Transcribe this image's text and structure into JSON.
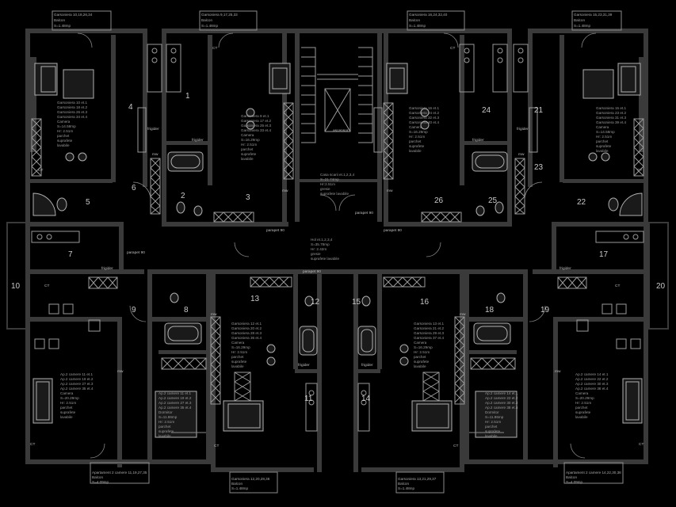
{
  "balconies": [
    {
      "lines": [
        "Garsoniera 10,18,26,34",
        "Balcon",
        "S=1.48mp"
      ]
    },
    {
      "lines": [
        "Garsoniera 9,17,25,33",
        "Balcon",
        "S=1.48mp"
      ]
    },
    {
      "lines": [
        "Garsoniera 16,24,32,40",
        "Balcon",
        "S=1.48mp"
      ]
    },
    {
      "lines": [
        "Garsoniera 15,23,31,39",
        "Balcon",
        "S=1.48mp"
      ]
    },
    {
      "lines": [
        "Apartament 2 camere 11,19,27,35",
        "Balcon",
        "S=4.09mp"
      ]
    },
    {
      "lines": [
        "Garsoniera 12,20,28,36",
        "Balcon",
        "S=1.48mp"
      ]
    },
    {
      "lines": [
        "Garsoniera 13,21,29,37",
        "Balcon",
        "S=1.48mp"
      ]
    },
    {
      "lines": [
        "Apartament 2 camere 14,22,30,38",
        "Balcon",
        "S=4.09mp"
      ]
    }
  ],
  "room_numbers": [
    "1",
    "2",
    "3",
    "4",
    "5",
    "6",
    "7",
    "8",
    "9",
    "10",
    "11",
    "12",
    "13",
    "14",
    "15",
    "16",
    "17",
    "18",
    "19",
    "20",
    "21",
    "22",
    "23",
    "24",
    "25",
    "26"
  ],
  "apt_labels": [
    {
      "lines": [
        "Garsoniera 10 et.1",
        "Garsoniera 18 et.2",
        "Garsoniera 26 et.3",
        "Garsoniera 34 et.4",
        "Camera",
        "S=14.58mp",
        "Hr: 2.51m",
        "parchet",
        "suprafete",
        "lavabile"
      ]
    },
    {
      "lines": [
        "Garsoniera 9 et.1",
        "Garsoniera 17 et.2",
        "Garsoniera 25 et.3",
        "Garsoniera 33 et.4",
        "Camera",
        "S=16.29mp",
        "Hr: 2.51m",
        "parchet",
        "suprafete",
        "lavabile"
      ]
    },
    {
      "lines": [
        "Garsoniera 16 et.1",
        "Garsoniera 24 et.2",
        "Garsoniera 32 et.3",
        "Garsoniera 40 et.4",
        "Camera",
        "S=16.29mp",
        "Hr: 2.51m",
        "parchet",
        "suprafete",
        "lavabile"
      ]
    },
    {
      "lines": [
        "Garsoniera 15 et.1",
        "Garsoniera 23 et.2",
        "Garsoniera 31 et.3",
        "Garsoniera 39 et.4",
        "Camera",
        "S=14.58mp",
        "Hr: 2.51m",
        "parchet",
        "suprafete",
        "lavabile"
      ]
    },
    {
      "lines": [
        "Casa scarii et.1,2,3,4",
        "S=21.74mp",
        "Hr:2.51m",
        "gresie",
        "suprafete lavabile"
      ]
    },
    {
      "lines": [
        "Hol et.1,2,3,4",
        "S=35.78mp",
        "Hr: 2.42m",
        "gresie",
        "suprafete lavabile"
      ]
    },
    {
      "lines": [
        "Garsoniera 12 et.1",
        "Garsoniera 20 et.2",
        "Garsoniera 28 et.3",
        "Garsoniera 36 et.4",
        "Camera",
        "S=16.29mp",
        "Hr: 2.51m",
        "parchet",
        "suprafete",
        "lavabile"
      ]
    },
    {
      "lines": [
        "Garsoniera 13 et.1",
        "Garsoniera 21 et.2",
        "Garsoniera 29 et.3",
        "Garsoniera 37 et.4",
        "Camera",
        "S=16.29mp",
        "Hr: 2.51m",
        "parchet",
        "suprafete",
        "lavabile"
      ]
    },
    {
      "lines": [
        "Ap.2 camere 11 et.1",
        "Ap.2 camere 19 et.2",
        "Ap.2 camere 27 et.3",
        "Ap.2 camere 35 et.4",
        "Camera",
        "S=20.29mp",
        "Hr: 2.51m",
        "parchet",
        "suprafete",
        "lavabile"
      ]
    },
    {
      "lines": [
        "Ap.2 camere 11 et.1",
        "Ap.2 camere 19 et.2",
        "Ap.2 camere 27 et.3",
        "Ap.2 camere 35 et.4",
        "Dormitor",
        "S=11.86mp",
        "Hr: 2.51m",
        "parchet",
        "suprafete",
        "lavabile"
      ]
    },
    {
      "lines": [
        "Ap.2 camere 14 et.1",
        "Ap.2 camere 22 et.2",
        "Ap.2 camere 30 et.3",
        "Ap.2 camere 38 et.4",
        "Dormitor",
        "S=11.86mp",
        "Hr: 2.51m",
        "parchet",
        "suprafete",
        "lavabile"
      ]
    },
    {
      "lines": [
        "Ap.2 camere 14 et.1",
        "Ap.2 camere 22 et.2",
        "Ap.2 camere 30 et.3",
        "Ap.2 camere 38 et.4",
        "Camera",
        "S=20.29mp",
        "Hr: 2.51m",
        "parchet",
        "suprafete",
        "lavabile"
      ]
    }
  ],
  "small_labels": [
    "CT",
    "CT",
    "CT",
    "CT",
    "CT",
    "CT",
    "CT",
    "CT",
    "CT",
    "CT",
    "frigider",
    "frigider",
    "frigider",
    "frigider",
    "frigider",
    "frigider",
    "frigider",
    "frigider",
    "mw",
    "mw",
    "mw",
    "mw",
    "mw",
    "mw",
    "mw",
    "mw",
    "ascensor",
    "parapet 90",
    "parapet 90",
    "parapet 90",
    "parapet 90",
    "parapet 90"
  ],
  "colors": {
    "background": "#000000",
    "wall": "#3a3a3a",
    "fixture": "#9a9a9a",
    "text": "#c9c9c9"
  }
}
